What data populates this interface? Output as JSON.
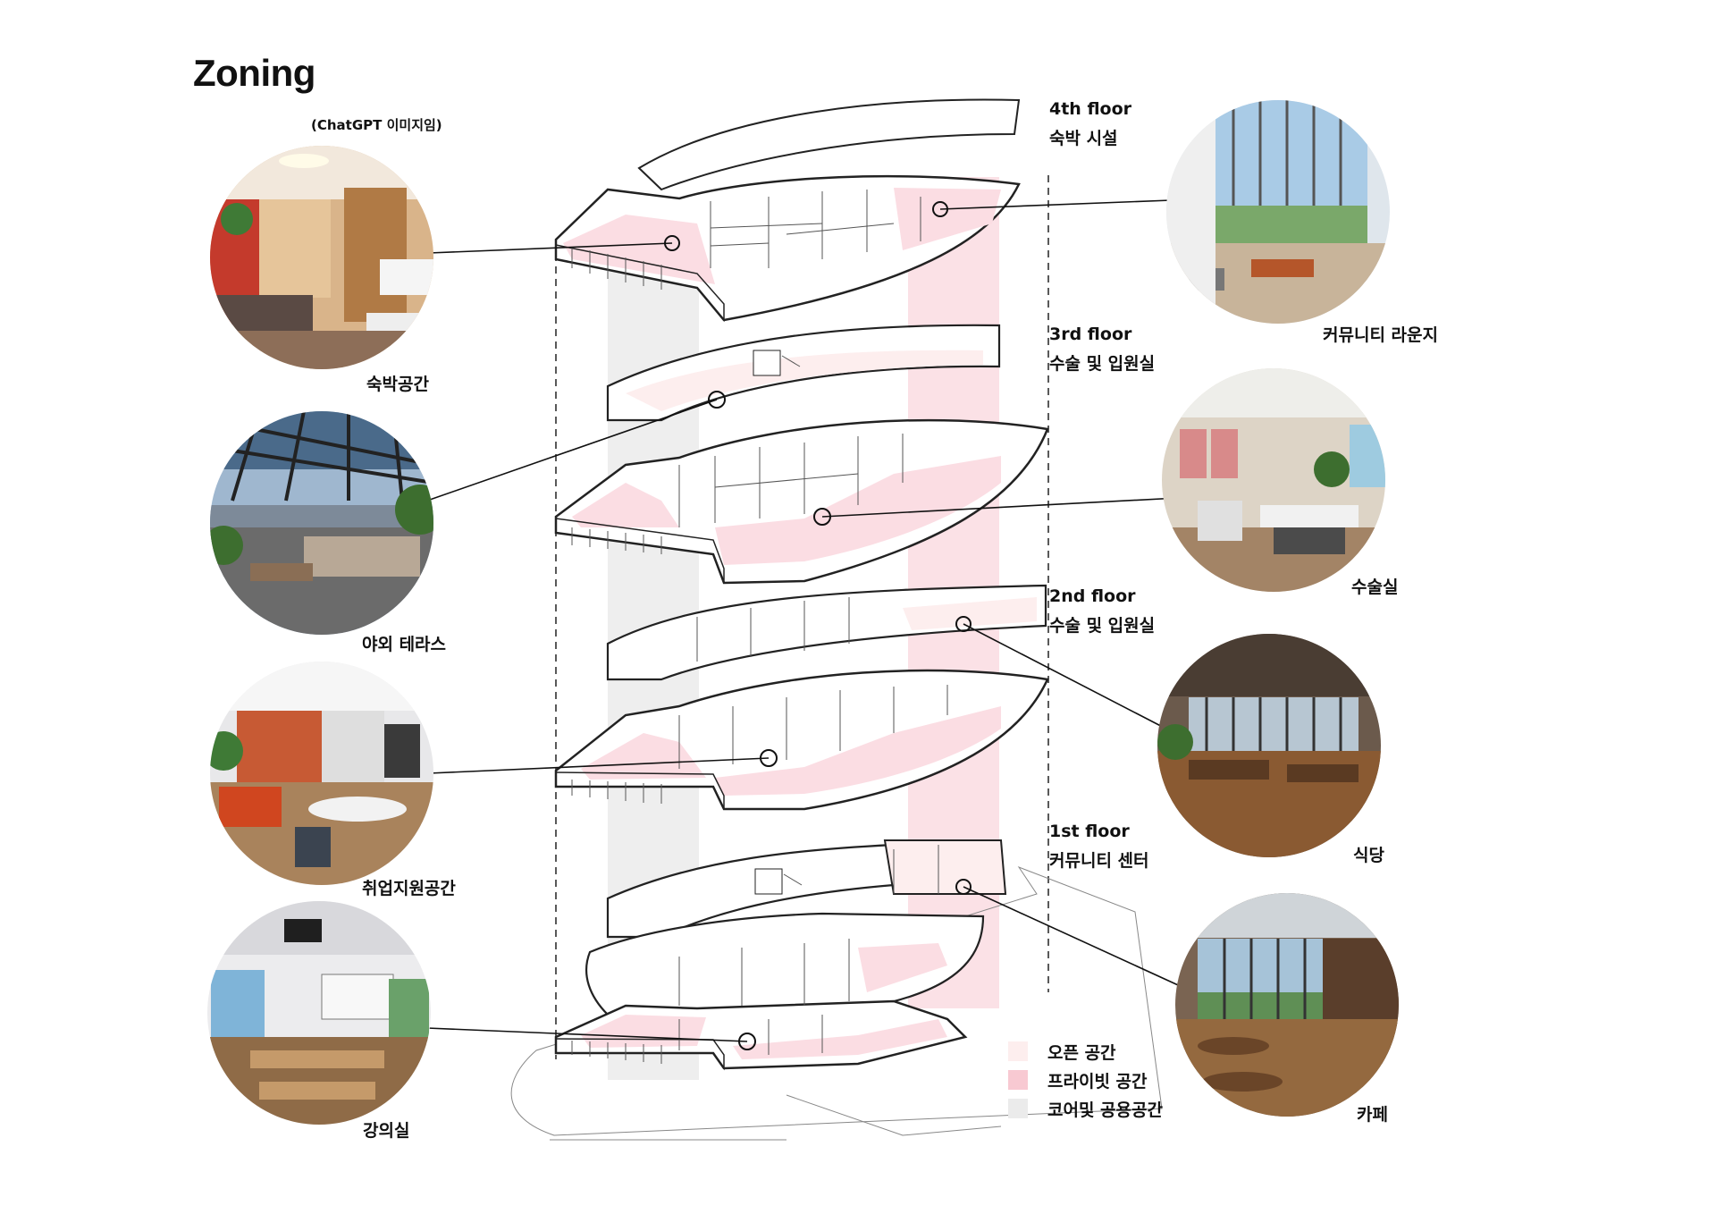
{
  "title": "Zoning",
  "subtitle": "(ChatGPT 이미지임)",
  "floors": [
    {
      "id": "4f",
      "name": "4th floor",
      "use": "숙박 시설"
    },
    {
      "id": "3f",
      "name": "3rd floor",
      "use": "수술 및 입원실"
    },
    {
      "id": "2f",
      "name": "2nd floor",
      "use": "수술 및 입원실"
    },
    {
      "id": "1f",
      "name": "1st floor",
      "use": "커뮤니티 센터"
    }
  ],
  "photos_left": [
    {
      "label": "숙박공간",
      "depicts": "dormitory-lounge"
    },
    {
      "label": "야외 테라스",
      "depicts": "outdoor-terrace"
    },
    {
      "label": "취업지원공간",
      "depicts": "career-support-office"
    },
    {
      "label": "강의실",
      "depicts": "lecture-room"
    }
  ],
  "photos_right": [
    {
      "label": "커뮤니티 라운지",
      "depicts": "community-lounge"
    },
    {
      "label": "수술실",
      "depicts": "operating-room"
    },
    {
      "label": "식당",
      "depicts": "restaurant"
    },
    {
      "label": "카페",
      "depicts": "cafe"
    }
  ],
  "legend": [
    {
      "label": "오픈 공간",
      "color": "#fdeeee"
    },
    {
      "label": "프라이빗 공간",
      "color": "#f8c9d2"
    },
    {
      "label": "코어및 공용공간",
      "color": "#ebebeb"
    }
  ],
  "colors": {
    "open": "#fdeeee",
    "private": "#f8c9d2",
    "core": "#ebebeb",
    "line": "#222222"
  }
}
